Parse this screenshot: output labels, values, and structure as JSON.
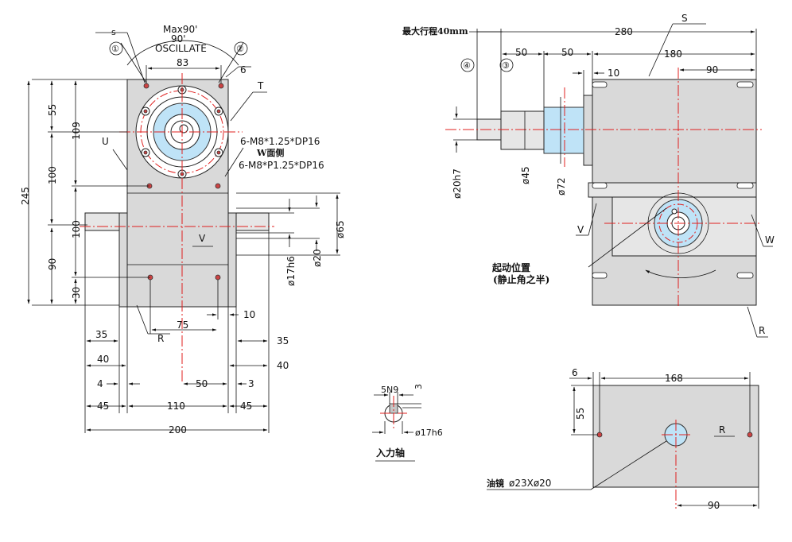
{
  "front_view": {
    "top_notes": {
      "max": "Max90'",
      "angle": "90'",
      "oscillate": "OSCILLATE"
    },
    "markers": {
      "s": "s",
      "c1": "①",
      "c2": "②",
      "six": "6",
      "T": "T",
      "U": "U",
      "V": "V",
      "R": "R"
    },
    "dims": {
      "d83": "83",
      "d55": "55",
      "d109": "109",
      "d100a": "100",
      "d245": "245",
      "d100b": "100",
      "d90": "90",
      "d30": "30",
      "d75": "75",
      "d10": "10",
      "d35L": "35",
      "d35R": "35",
      "d40L": "40",
      "d40R": "40",
      "d4": "4",
      "d50": "50",
      "d3": "3",
      "d45L": "45",
      "d110": "110",
      "d45R": "45",
      "d200": "200",
      "phi65": "ø65",
      "phi17h6": "ø17h6",
      "phi20": "ø20"
    },
    "notes": {
      "m8a": "6-M8*1.25*DP16",
      "wface": "W面侧",
      "m8b": "6-M8*P1.25*DP16"
    }
  },
  "side_view": {
    "stroke_note": "最大行程40mm",
    "markers": {
      "c4": "④",
      "c3": "③",
      "S": "S",
      "V": "V",
      "W": "W",
      "R": "R"
    },
    "dims": {
      "d280": "280",
      "d50a": "50",
      "d50b": "50",
      "d180": "180",
      "d90": "90",
      "d10": "10",
      "phi20h7": "ø20h7",
      "phi45": "ø45",
      "phi72": "ø72"
    },
    "start_note_1": "起动位置",
    "start_note_2": "(静止角之半)"
  },
  "shaft_detail": {
    "d5n9": "5N9",
    "d3": "3",
    "phi17h6": "ø17h6",
    "caption": "入力轴"
  },
  "bottom_view": {
    "d6": "6",
    "d168": "168",
    "d55": "55",
    "R": "R",
    "d90": "90",
    "oil_label": "油镜",
    "oil_dim": "ø23Xø20"
  }
}
